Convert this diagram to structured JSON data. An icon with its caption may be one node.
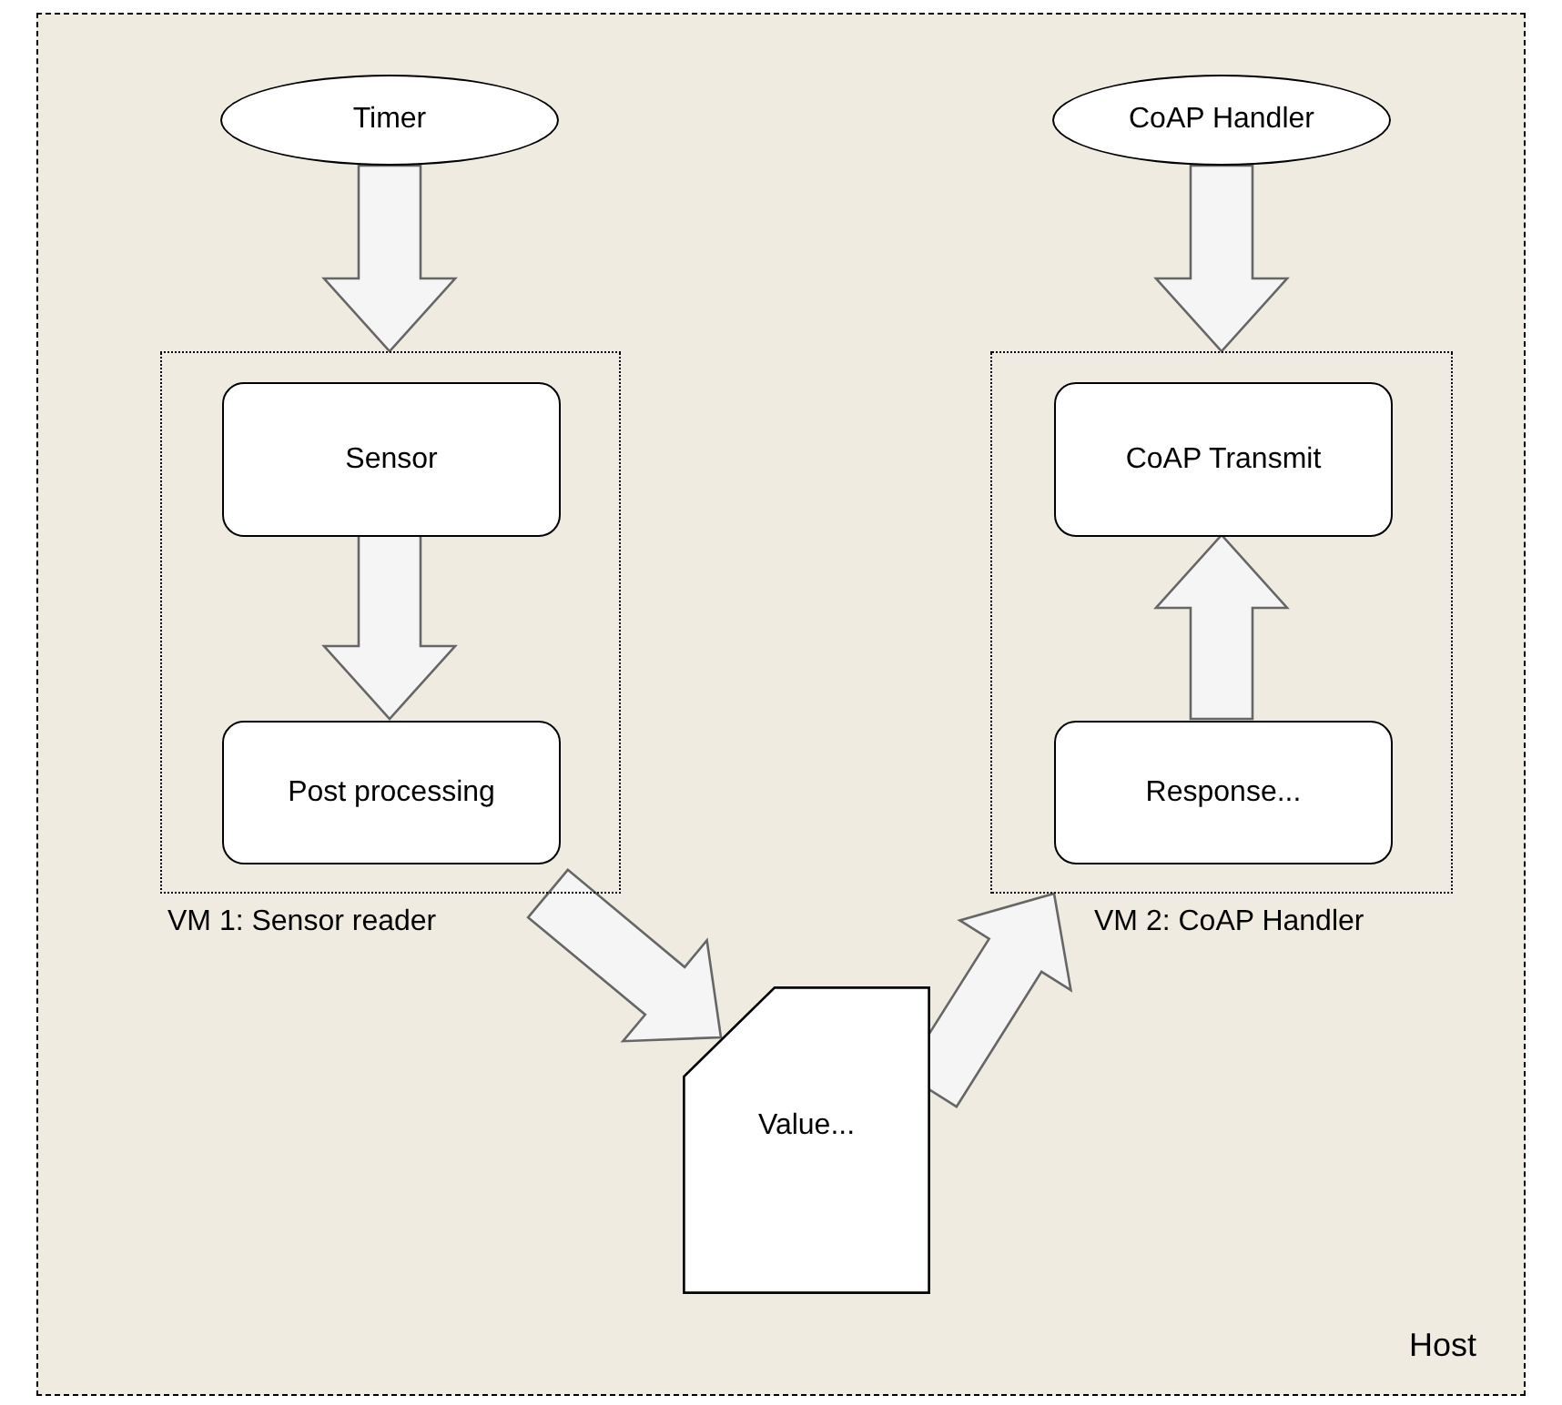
{
  "diagram": {
    "nodes": [
      {
        "text": [
          "Host"
        ]
      },
      {
        "text": [
          "Timer"
        ],
        "in": 0
      },
      {
        "text": [
          "CoAP Handler"
        ],
        "in": 0
      },
      {
        "text": [
          "VM 1: Sensor reader"
        ],
        "in": 0
      },
      {
        "text": [
          "Sensor"
        ],
        "in": 3
      },
      {
        "text": [
          "Post processing"
        ],
        "in": 3
      },
      {
        "text": [
          "VM 2: CoAP Handler"
        ],
        "in": 0
      },
      {
        "text": [
          "CoAP Transmit"
        ],
        "in": 6
      },
      {
        "text": [
          "Response..."
        ],
        "in": 6
      },
      {
        "text": [
          "Value..."
        ],
        "in": 0
      }
    ],
    "edges": [
      {
        "from": 1,
        "to": 3,
        "arrow": "to"
      },
      {
        "from": 4,
        "to": 5,
        "arrow": "to"
      },
      {
        "from": 3,
        "to": 9,
        "arrow": "to"
      },
      {
        "from": 9,
        "to": 6,
        "arrow": "to"
      },
      {
        "from": 2,
        "to": 6,
        "arrow": "to"
      },
      {
        "from": 8,
        "to": 7,
        "arrow": "to"
      }
    ]
  }
}
